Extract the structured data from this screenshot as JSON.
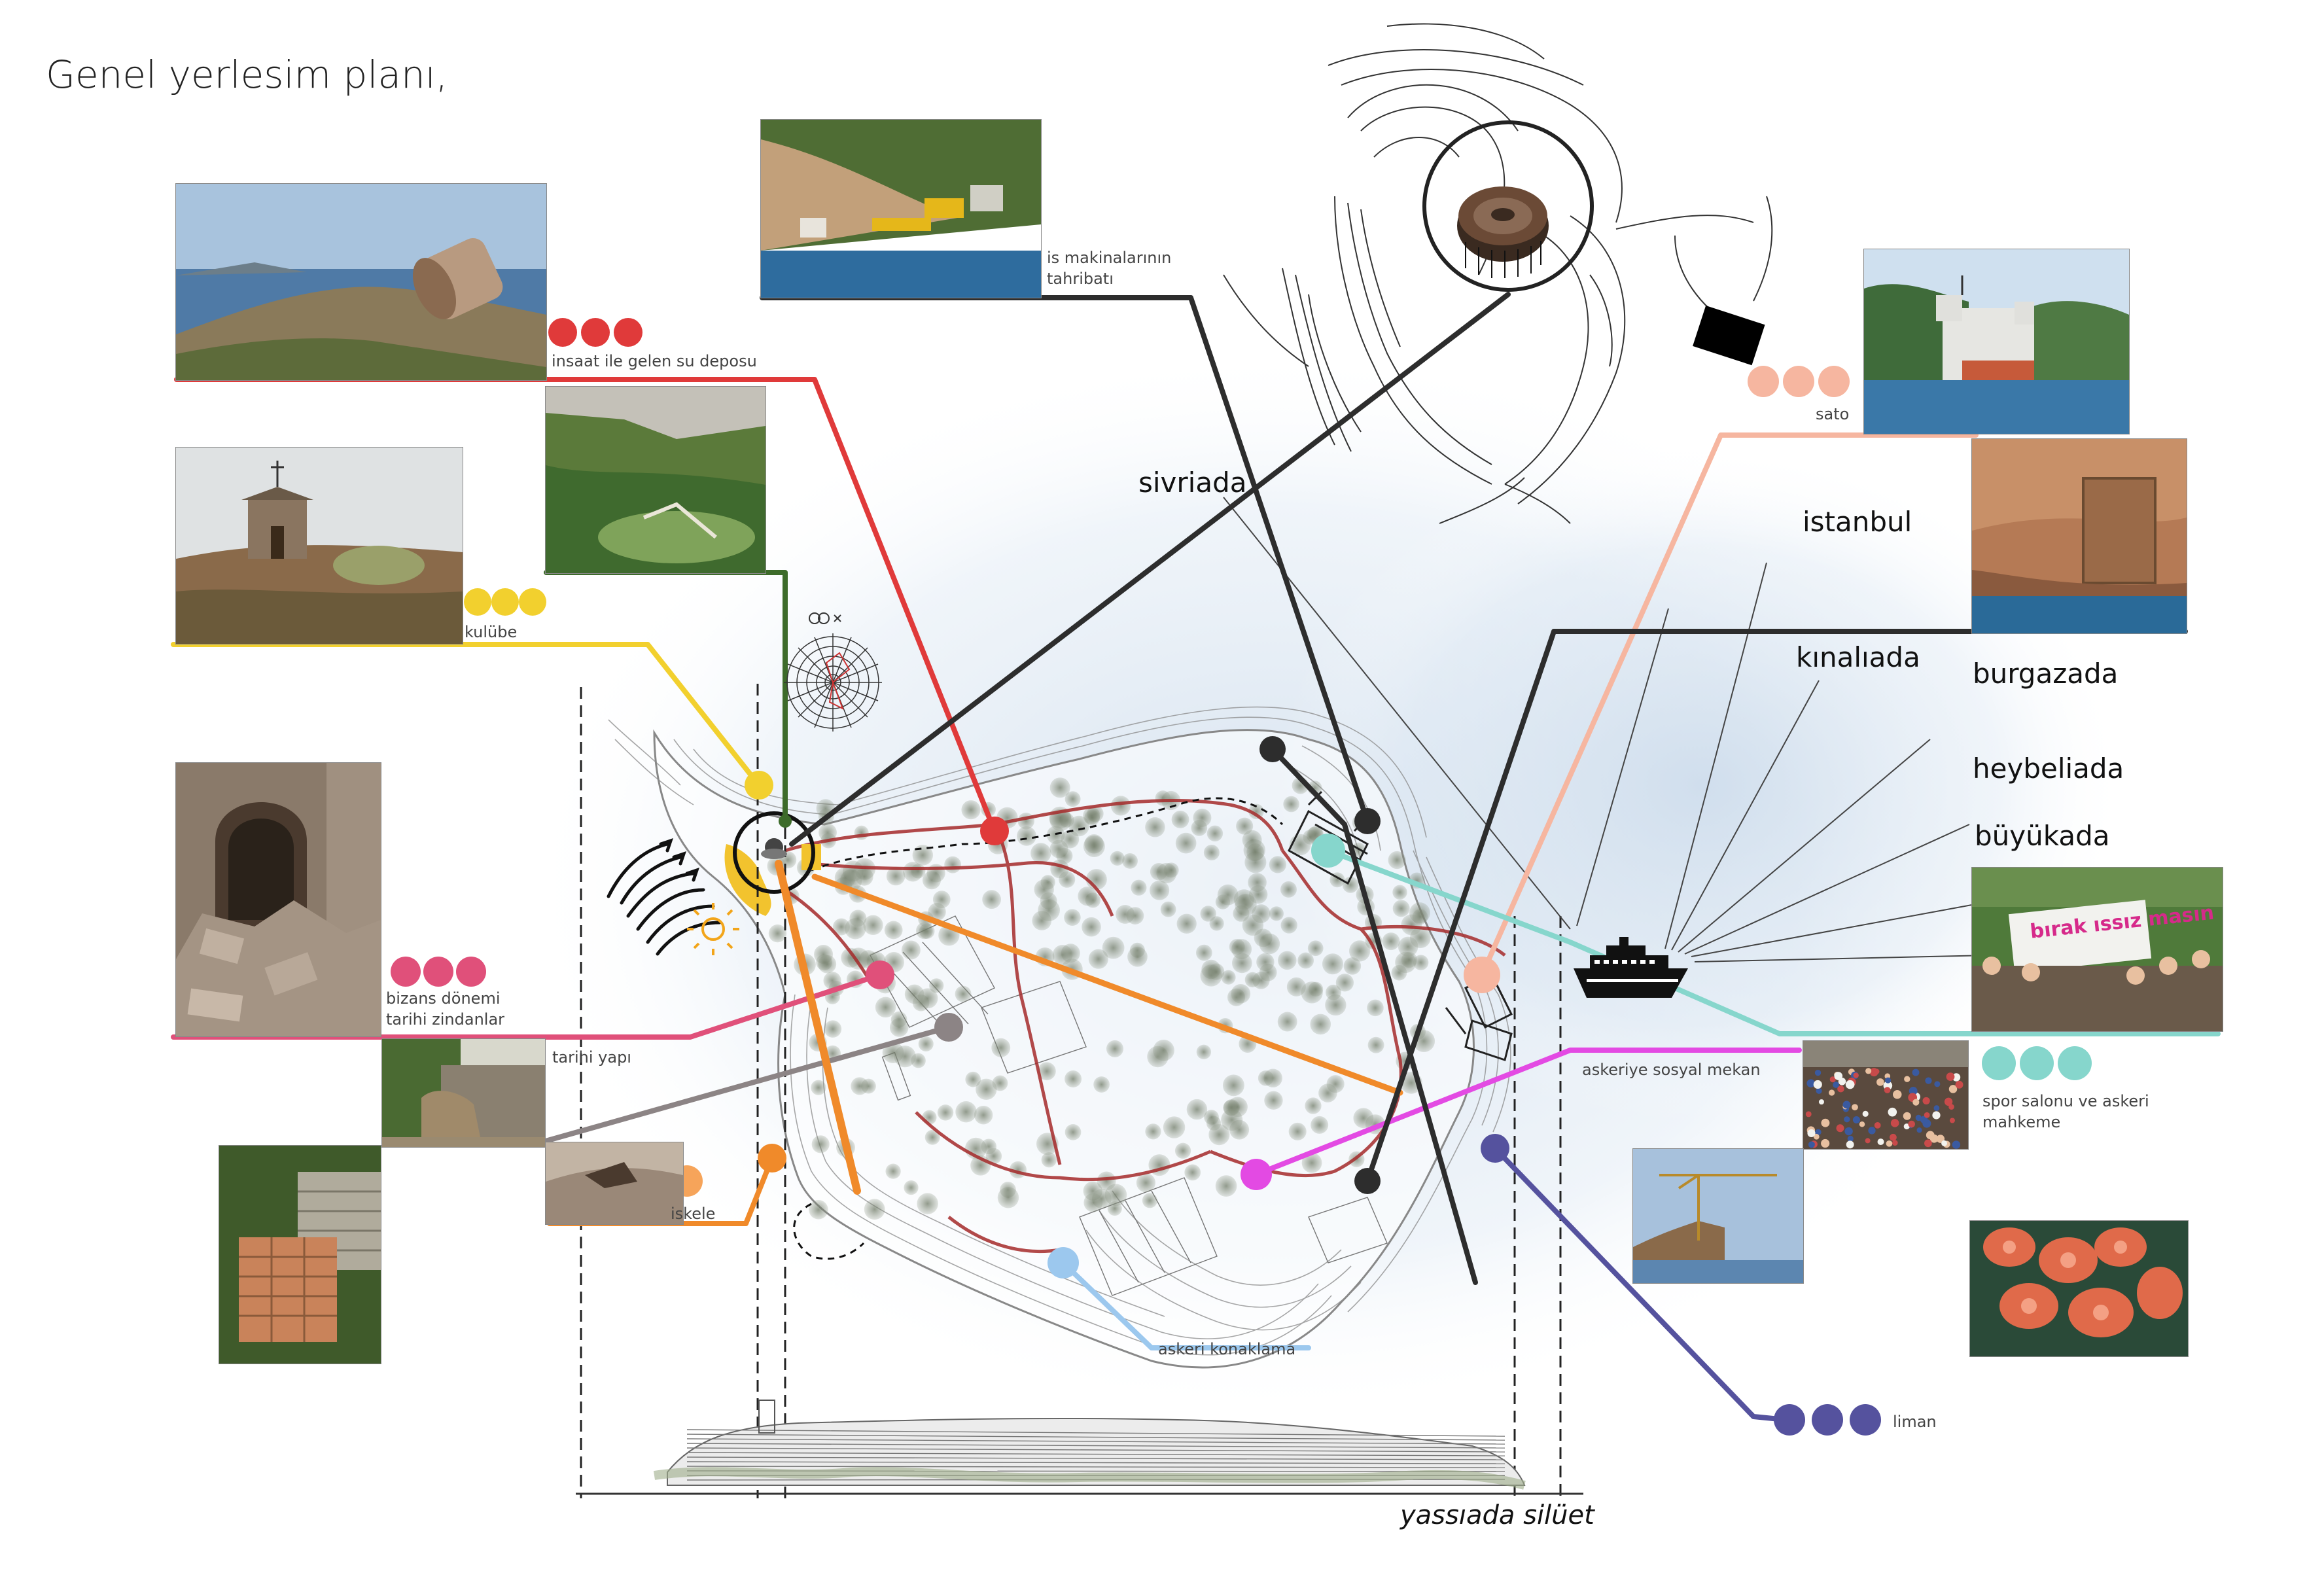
{
  "title": "Genel yerlesim planı,",
  "places": {
    "sivriada": "sivriada",
    "istanbul": "istanbul",
    "kinaliada": "kınalıada",
    "burgazada": "burgazada",
    "heybeliada": "heybeliada",
    "buyukada": "büyükada"
  },
  "labels": {
    "su_deposu": "insaat ile gelen su deposu",
    "is_makinalari": "is makinalarının\ntahribatı",
    "sato": "sato",
    "kulube": "kulübe",
    "bizans": "bizans dönemi\ntarihi zindanlar",
    "tarihi_yapi": "tarihi yapı",
    "iskele": "iskele",
    "askeriye": "askeriye sosyal mekan",
    "spor_salonu": "spor salonu ve askeri\nmahkeme",
    "askeri_konaklama": "askeri konaklama",
    "liman": "liman",
    "silhouette": "yassıada silüet"
  },
  "photo_text": {
    "banner": "bırak ıssız masın"
  },
  "icons": [
    "ferry-icon",
    "sun-icon",
    "wind-icon",
    "wind-rose-icon",
    "compass-rose-icon"
  ],
  "colors": {
    "red": "#e03a3a",
    "darkred": "#a52a2a",
    "yellow": "#f2d02e",
    "green": "#3d6b2a",
    "pink": "#e0507a",
    "gray": "#8c8485",
    "orange": "#f08a2a",
    "lightorange": "#f6a45a",
    "peach": "#f6b6a0",
    "teal": "#86d6cc",
    "magenta": "#e34ae3",
    "lightblue": "#9cc8ee",
    "navy": "#55529e",
    "black": "#2d2d2d"
  }
}
